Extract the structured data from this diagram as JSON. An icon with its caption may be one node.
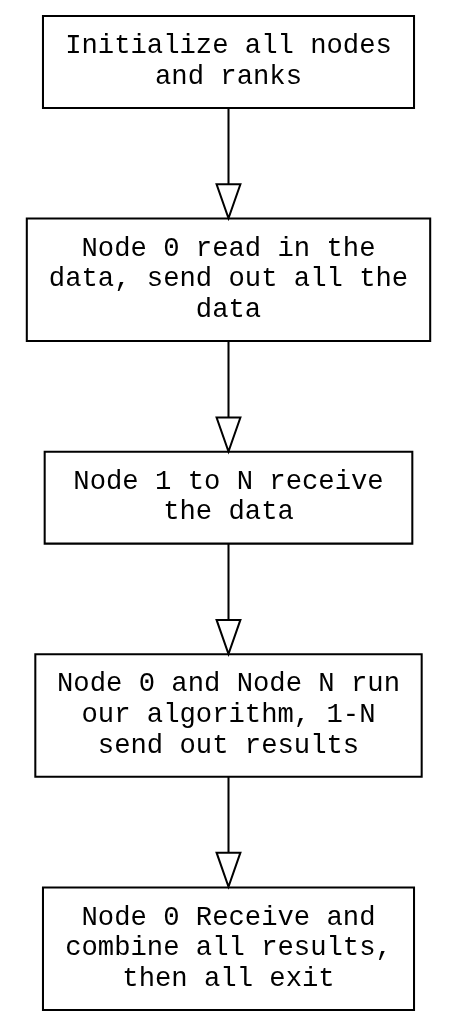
{
  "diagram": {
    "nodes": [
      {
        "text": [
          "Initialize all nodes and ranks"
        ]
      },
      {
        "text": [
          "Node 0 read in the data, send out all the data"
        ]
      },
      {
        "text": [
          "Node 1 to N receive the data"
        ]
      },
      {
        "text": [
          "Node 0 and Node N run our algorithm, 1-N send out results"
        ]
      },
      {
        "text": [
          "Node 0 Receive and combine all results, then all exit"
        ]
      }
    ],
    "edges": [
      {
        "from": 0,
        "to": 1,
        "arrow": "to"
      },
      {
        "from": 1,
        "to": 2,
        "arrow": "to"
      },
      {
        "from": 2,
        "to": 3,
        "arrow": "to"
      },
      {
        "from": 3,
        "to": 4,
        "arrow": "to"
      }
    ]
  }
}
